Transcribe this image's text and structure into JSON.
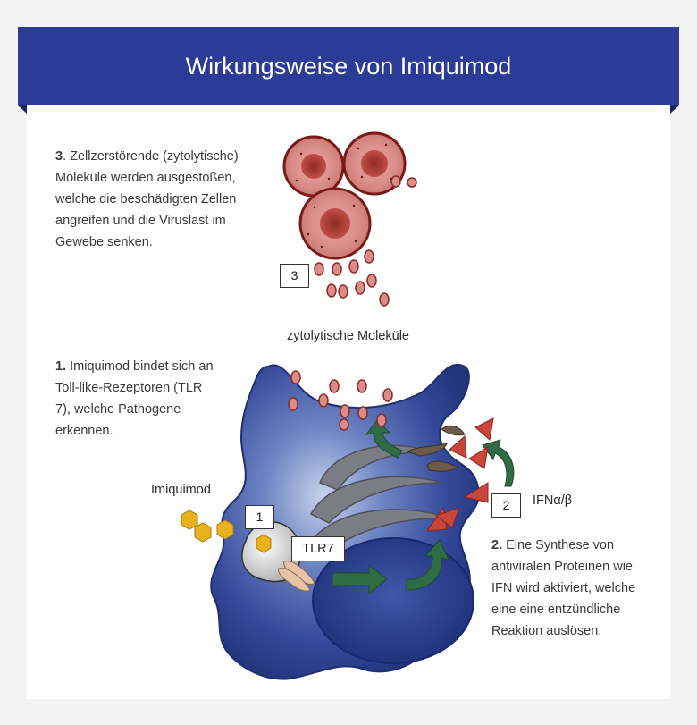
{
  "header": {
    "title": "Wirkungsweise von Imiquimod"
  },
  "step3": {
    "number": "3",
    "text": ". Zellzerstörende (zytolytische) Moleküle werden ausgestoßen, welche die beschädigten Zellen angreifen und die Viruslast im Gewebe senken."
  },
  "step1": {
    "number": "1.",
    "text": " Imiquimod bindet sich an Toll-like-Rezeptoren (TLR 7), welche Pathogene erkennen."
  },
  "step2": {
    "number": "2.",
    "text": " Eine Synthese von antiviralen Proteinen wie IFN wird aktiviert, welche eine eine entzündliche Reaktion auslösen."
  },
  "labels": {
    "molecules": "zytolytische Moleküle",
    "imiquimod": "Imiquimod",
    "tlr7": "TLR7",
    "ifn": "IFNα/β"
  },
  "boxes": {
    "box1": "1",
    "box2": "2",
    "box3": "3"
  },
  "colors": {
    "banner": "#2a3c97",
    "cell": "#2b3f8f",
    "arrow_green": "#2f6b45",
    "triangle_red": "#c9473a",
    "hexagon": "#e8b21f"
  }
}
